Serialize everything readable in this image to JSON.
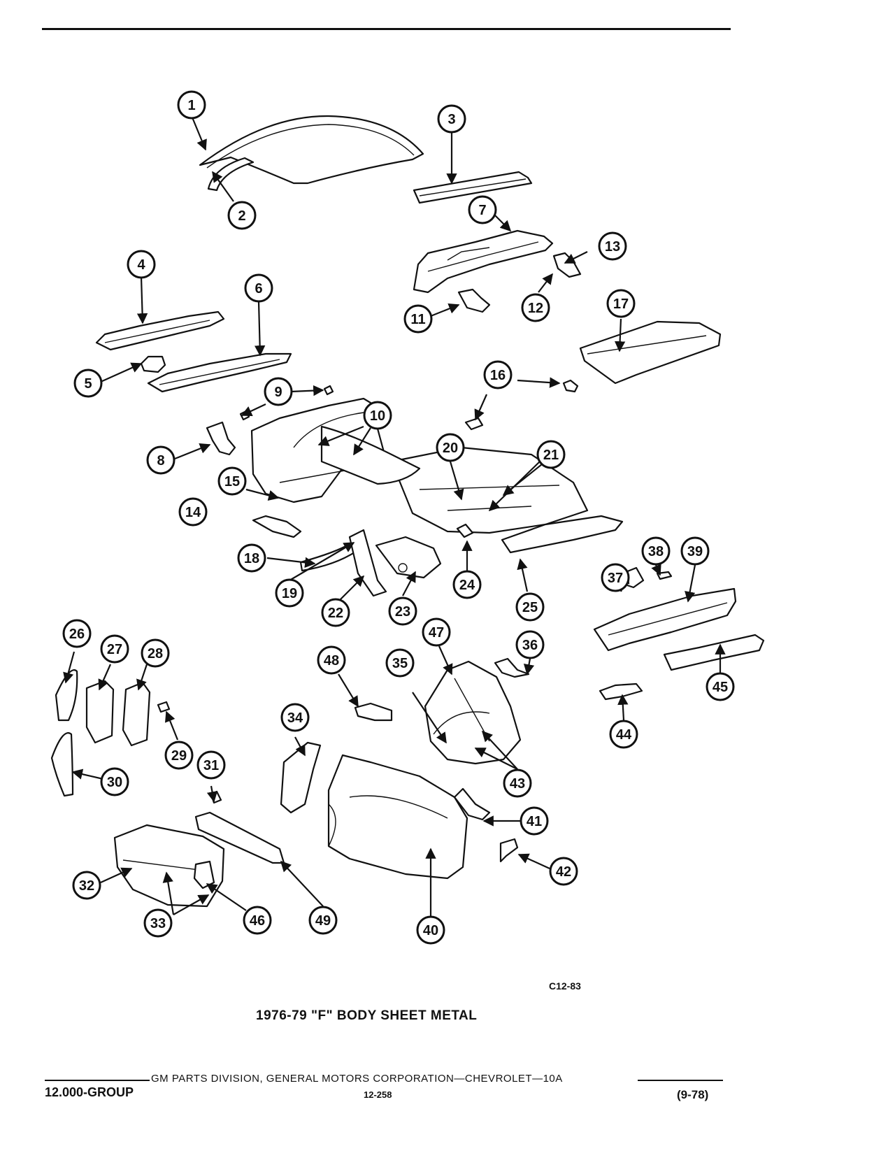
{
  "figure_code": "C12-83",
  "title": "1976-79 \"F\" BODY SHEET METAL",
  "footer": {
    "corporation": "GM PARTS DIVISION, GENERAL MOTORS CORPORATION—CHEVROLET—10A",
    "group": "12.000-GROUP",
    "page": "12-258",
    "date": "(9-78)"
  },
  "callouts": [
    "1",
    "2",
    "3",
    "4",
    "5",
    "6",
    "7",
    "8",
    "9",
    "10",
    "11",
    "12",
    "13",
    "14",
    "15",
    "16",
    "17",
    "18",
    "19",
    "20",
    "21",
    "22",
    "23",
    "24",
    "25",
    "26",
    "27",
    "28",
    "29",
    "30",
    "31",
    "32",
    "33",
    "34",
    "35",
    "36",
    "37",
    "38",
    "39",
    "40",
    "41",
    "42",
    "43",
    "44",
    "45",
    "46",
    "47",
    "48",
    "49"
  ]
}
